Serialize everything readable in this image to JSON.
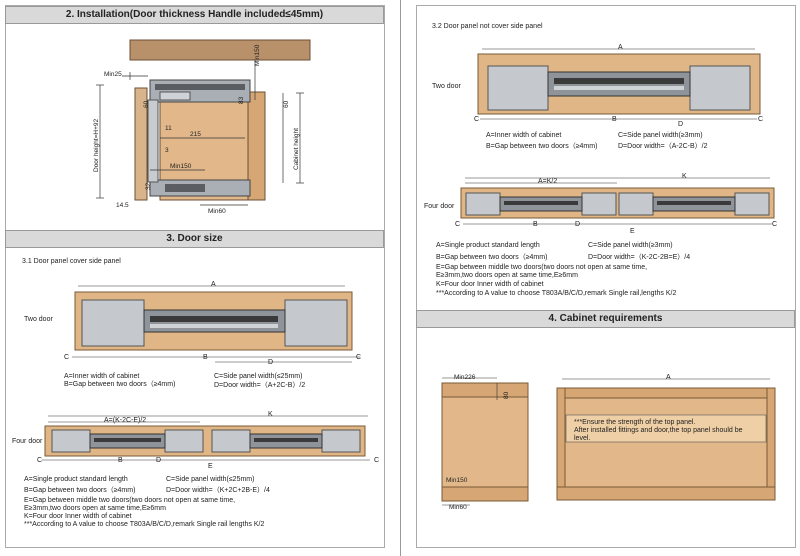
{
  "sections": {
    "installation": {
      "title": "2. Installation(Door thickness Handle included≤45mm)",
      "labels": {
        "min25": "Min25",
        "min150_top": "Min150",
        "dim83": "83",
        "dim60_left": "60",
        "dim60_right": "60",
        "dim11": "11",
        "dim215": "215",
        "dim3": "3",
        "min150_bottom": "Min150",
        "dim32": "32",
        "dim14_5": "14.5",
        "min60": "Min60",
        "door_height": "Door height=H+92",
        "cabinet_height": "Cabinet height"
      }
    },
    "door_size": {
      "title": "3. Door size",
      "subtitle": "3.1 Door panel cover side panel",
      "two_door": {
        "label": "Two door",
        "dim_A": "A",
        "mark_C_left": "C",
        "mark_C_right": "C",
        "mark_B": "B",
        "mark_D": "D",
        "legend": [
          "A=Inner width of cabinet",
          "B=Gap between two doors（≥4mm)",
          "C=Side panel width(≤25mm)",
          "D=Door width=（A+2C-B）/2"
        ]
      },
      "four_door": {
        "label": "Four door",
        "dim_K": "K",
        "dim_A": "A=(K-2C-E)/2",
        "mark_C_left": "C",
        "mark_C_right": "C",
        "mark_B": "B",
        "mark_D": "D",
        "mark_E": "E",
        "legend": [
          "A=Single product standard length",
          "C=Side panel width(≤25mm)",
          "B=Gap between two doors（≥4mm)",
          "D=Door width=（K+2C+2B-E）/4",
          "E=Gap between middle two doors(two doors not open at same time,",
          "E≥3mm,two doors open at same time,E≥6mm",
          "K=Four door Inner width of cabinet",
          "***According to A value to choose T803A/B/C/D,remark Single rail lengths K/2"
        ]
      }
    },
    "not_cover": {
      "subtitle": "3.2 Door panel not cover side panel",
      "two_door": {
        "label": "Two door",
        "dim_A": "A",
        "mark_C_left": "C",
        "mark_C_right": "C",
        "mark_B": "B",
        "mark_D": "D",
        "legend": [
          "A=Inner width of cabinet",
          "C=Side panel width(≥3mm)",
          "B=Gap between two doors（≥4mm)",
          "D=Door width=（A-2C-B）/2"
        ]
      },
      "four_door": {
        "label": "Four door",
        "dim_K": "K",
        "dim_A": "A=K/2",
        "mark_C_left": "C",
        "mark_C_right": "C",
        "mark_B": "B",
        "mark_D": "D",
        "mark_E": "E",
        "legend": [
          "A=Single product standard length",
          "C=Side panel width(≥3mm)",
          "B=Gap between two doors（≥4mm)",
          "D=Door width=（K-2C-2B=E）/4",
          "E=Gap between middle two doors(two doors not open at same time,",
          "E≥3mm,two doors open at same time,E≥6mm",
          "K=Four door Inner width of cabinet",
          "***According to A value to choose T803A/B/C/D,remark Single rail,lengths K/2"
        ]
      }
    },
    "cabinet": {
      "title": "4. Cabinet requirements",
      "min226": "Min226",
      "dim80": "80",
      "min150": "Min150",
      "min60": "Min60",
      "dim_A": "A",
      "note_line1": "***Ensure the strength of the top panel.",
      "note_line2": "After installed fittings and door,the top panel  should be",
      "note_line3": "level."
    }
  },
  "colors": {
    "wood": "#d8a877",
    "wood_dark": "#8a6a45",
    "metal": "#9aa0a6",
    "rail_dark": "#3a3a3a",
    "header_bg": "#d9d9d9"
  }
}
